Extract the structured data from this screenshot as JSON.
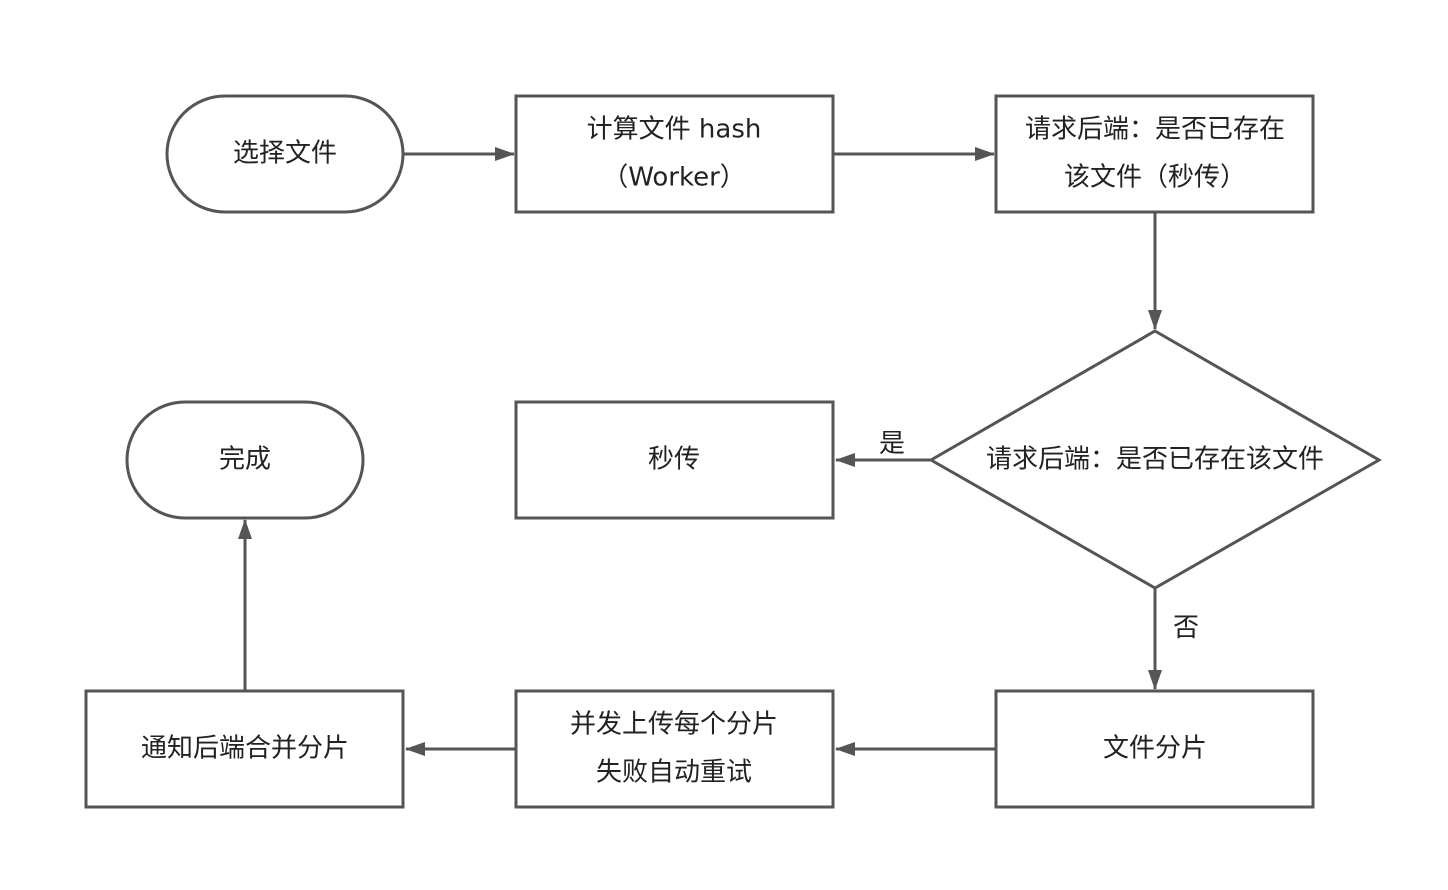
{
  "nodes": {
    "select_file": {
      "line1": "选择文件"
    },
    "compute_hash": {
      "line1": "计算文件 hash",
      "line2": "（Worker）"
    },
    "request_backend": {
      "line1": "请求后端：是否已存在",
      "line2": "该文件（秒传）"
    },
    "decision": {
      "line1": "请求后端：是否已存在该文件"
    },
    "instant_upload": {
      "line1": "秒传"
    },
    "done": {
      "line1": "完成"
    },
    "split_file": {
      "line1": "文件分片"
    },
    "upload_chunks": {
      "line1": "并发上传每个分片",
      "line2": "失败自动重试"
    },
    "merge_chunks": {
      "line1": "通知后端合并分片"
    }
  },
  "edge_labels": {
    "yes": "是",
    "no": "否"
  },
  "colors": {
    "stroke": "#555555",
    "text": "#222222",
    "background": "#ffffff"
  }
}
